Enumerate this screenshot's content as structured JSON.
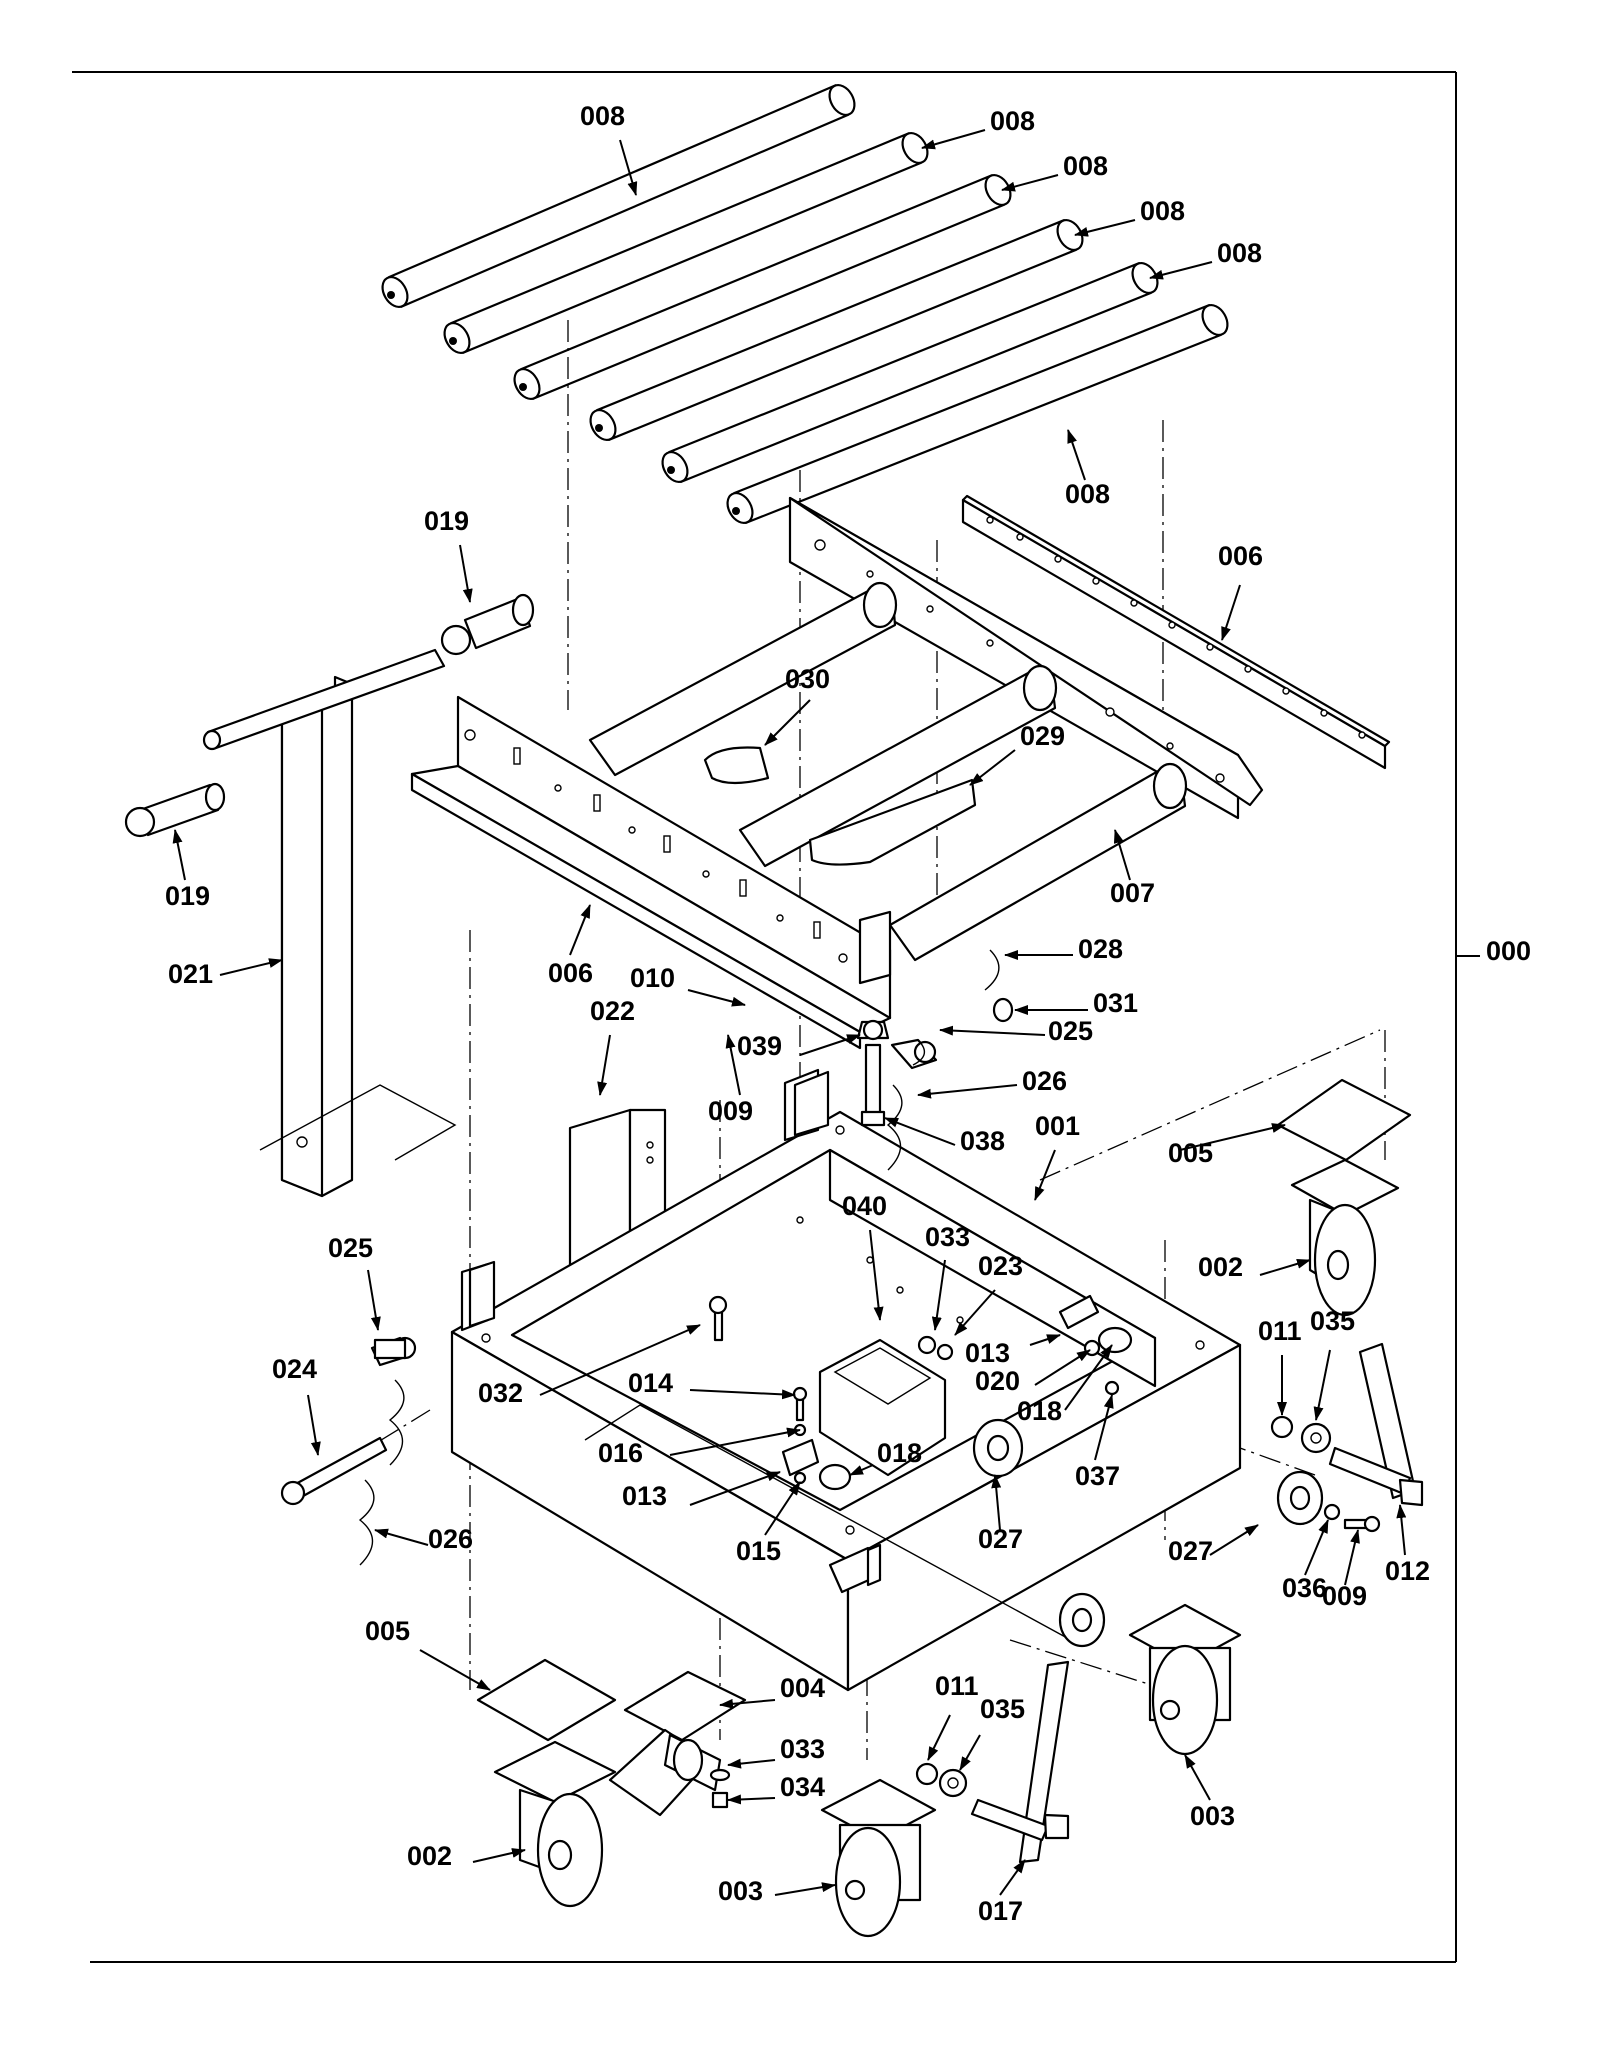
{
  "title": "",
  "callouts": [
    {
      "id": "c-008a",
      "text": "008"
    },
    {
      "id": "c-008b",
      "text": "008"
    },
    {
      "id": "c-008c",
      "text": "008"
    },
    {
      "id": "c-008d",
      "text": "008"
    },
    {
      "id": "c-008e",
      "text": "008"
    },
    {
      "id": "c-008f",
      "text": "008"
    },
    {
      "id": "c-019a",
      "text": "019"
    },
    {
      "id": "c-019b",
      "text": "019"
    },
    {
      "id": "c-006a",
      "text": "006"
    },
    {
      "id": "c-006b",
      "text": "006"
    },
    {
      "id": "c-030",
      "text": "030"
    },
    {
      "id": "c-029",
      "text": "029"
    },
    {
      "id": "c-007",
      "text": "007"
    },
    {
      "id": "c-021",
      "text": "021"
    },
    {
      "id": "c-028",
      "text": "028"
    },
    {
      "id": "c-000",
      "text": "000"
    },
    {
      "id": "c-010",
      "text": "010"
    },
    {
      "id": "c-022",
      "text": "022"
    },
    {
      "id": "c-031",
      "text": "031"
    },
    {
      "id": "c-039",
      "text": "039"
    },
    {
      "id": "c-025a",
      "text": "025"
    },
    {
      "id": "c-026a",
      "text": "026"
    },
    {
      "id": "c-009a",
      "text": "009"
    },
    {
      "id": "c-038",
      "text": "038"
    },
    {
      "id": "c-001",
      "text": "001"
    },
    {
      "id": "c-005a",
      "text": "005"
    },
    {
      "id": "c-040",
      "text": "040"
    },
    {
      "id": "c-033a",
      "text": "033"
    },
    {
      "id": "c-023",
      "text": "023"
    },
    {
      "id": "c-002a",
      "text": "002"
    },
    {
      "id": "c-025b",
      "text": "025"
    },
    {
      "id": "c-013a",
      "text": "013"
    },
    {
      "id": "c-020",
      "text": "020"
    },
    {
      "id": "c-011a",
      "text": "011"
    },
    {
      "id": "c-035a",
      "text": "035"
    },
    {
      "id": "c-018a",
      "text": "018"
    },
    {
      "id": "c-024",
      "text": "024"
    },
    {
      "id": "c-032",
      "text": "032"
    },
    {
      "id": "c-014",
      "text": "014"
    },
    {
      "id": "c-016",
      "text": "016"
    },
    {
      "id": "c-018b",
      "text": "018"
    },
    {
      "id": "c-037",
      "text": "037"
    },
    {
      "id": "c-013b",
      "text": "013"
    },
    {
      "id": "c-026b",
      "text": "026"
    },
    {
      "id": "c-015",
      "text": "015"
    },
    {
      "id": "c-027a",
      "text": "027"
    },
    {
      "id": "c-027b",
      "text": "027"
    },
    {
      "id": "c-036",
      "text": "036"
    },
    {
      "id": "c-009b",
      "text": "009"
    },
    {
      "id": "c-012",
      "text": "012"
    },
    {
      "id": "c-005b",
      "text": "005"
    },
    {
      "id": "c-004",
      "text": "004"
    },
    {
      "id": "c-011b",
      "text": "011"
    },
    {
      "id": "c-035b",
      "text": "035"
    },
    {
      "id": "c-033b",
      "text": "033"
    },
    {
      "id": "c-034",
      "text": "034"
    },
    {
      "id": "c-002b",
      "text": "002"
    },
    {
      "id": "c-003a",
      "text": "003"
    },
    {
      "id": "c-003b",
      "text": "003"
    },
    {
      "id": "c-017",
      "text": "017"
    }
  ]
}
